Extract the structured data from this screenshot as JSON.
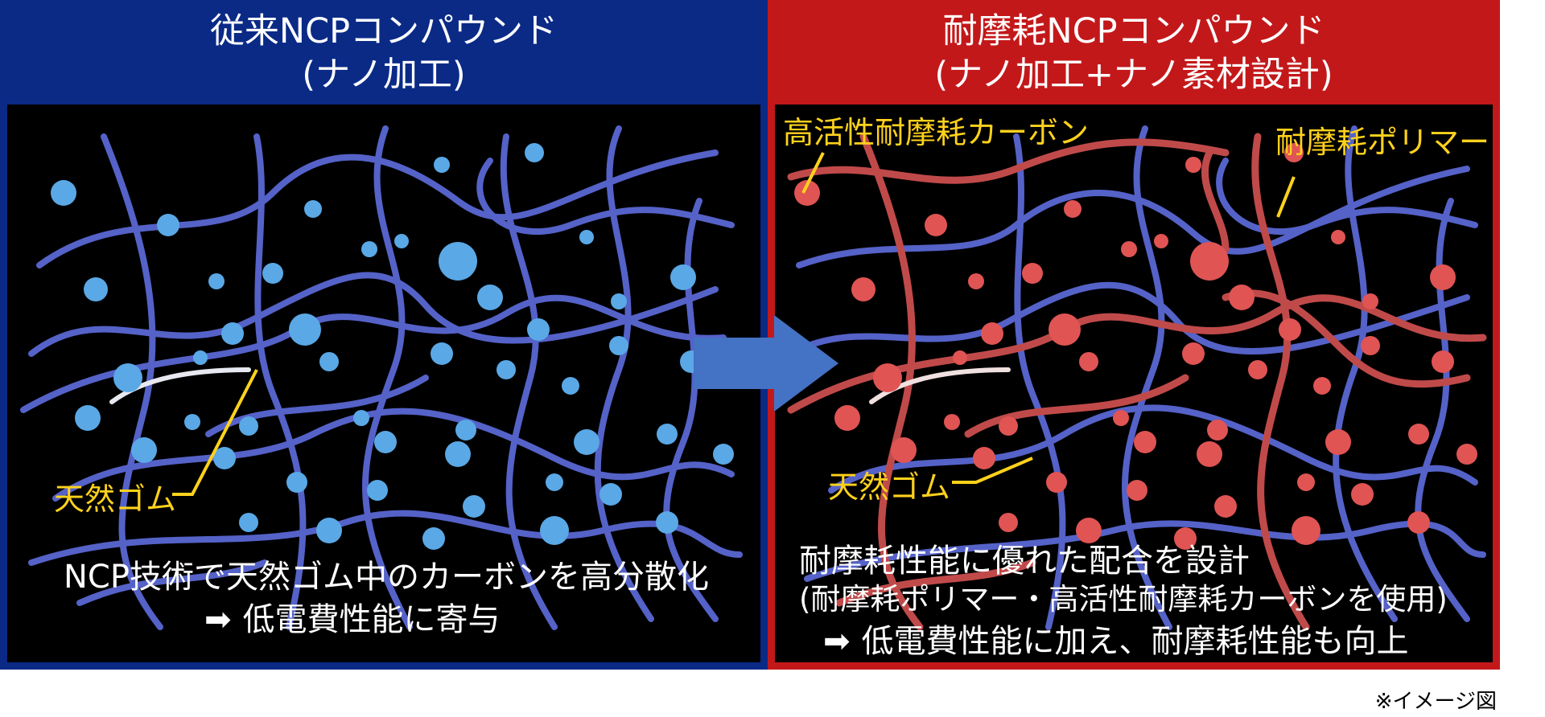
{
  "left_panel": {
    "title_line1": "従来NCPコンパウンド",
    "title_line2": "(ナノ加工)",
    "border_color": "#0a2a86",
    "polymer_color": "#5562c8",
    "particle_color": "#5aa8e6",
    "callout_rubber": "天然ゴム",
    "caption_line1": "NCP技術で天然ゴム中のカーボンを高分散化",
    "caption_line2": "低電費性能に寄与"
  },
  "right_panel": {
    "title_line1": "耐摩耗NCPコンパウンド",
    "title_line2": "(ナノ加工+ナノ素材設計)",
    "border_color": "#c3181a",
    "polymer_color": "#5562c8",
    "abrasion_polymer_color": "#c04a4a",
    "particle_color": "#e05454",
    "callout_carbon": "高活性耐摩耗カーボン",
    "callout_polymer": "耐摩耗ポリマー",
    "callout_rubber": "天然ゴム",
    "caption_line1": "耐摩耗性能に優れた配合を設計",
    "caption_line2": "(耐摩耗ポリマー・高活性耐摩耗カーボンを使用)",
    "caption_line3": "低電費性能に加え、耐摩耗性能も向上"
  },
  "arrow_glyph": "➡",
  "transition_arrow_icon": "right-arrow-icon",
  "footnote": "※イメージ図"
}
